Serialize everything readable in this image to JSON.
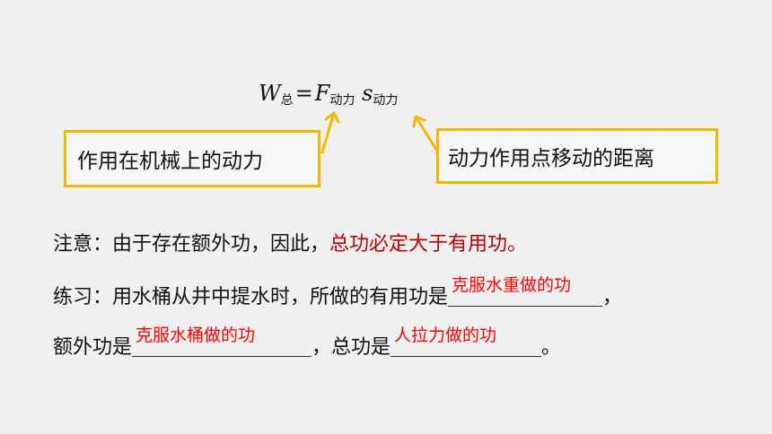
{
  "formula": {
    "w": "W",
    "w_sub": "总",
    "equals": "=",
    "f": "F",
    "f_sub": "动力",
    "s": "s",
    "s_sub": "动力"
  },
  "labels": {
    "force": "作用在机械上的动力",
    "distance": "动力作用点移动的距离"
  },
  "note": {
    "prefix": "注意：由于存在额外功，因此，",
    "emphasis": "总功必定大于有用功。"
  },
  "exercise": {
    "line1_text": "练习：用水桶从井中提水时，所做的有用功是",
    "answer1": "克服水重做的功",
    "line1_end": "，",
    "line2_text": "额外功是",
    "answer2": "克服水桶做的功",
    "line2_mid": "，总功是",
    "answer3": "人拉力做的功",
    "line2_end": "。"
  },
  "colors": {
    "box_border": "#f5b800",
    "emphasis": "#c00000",
    "answer": "#ff0000"
  }
}
